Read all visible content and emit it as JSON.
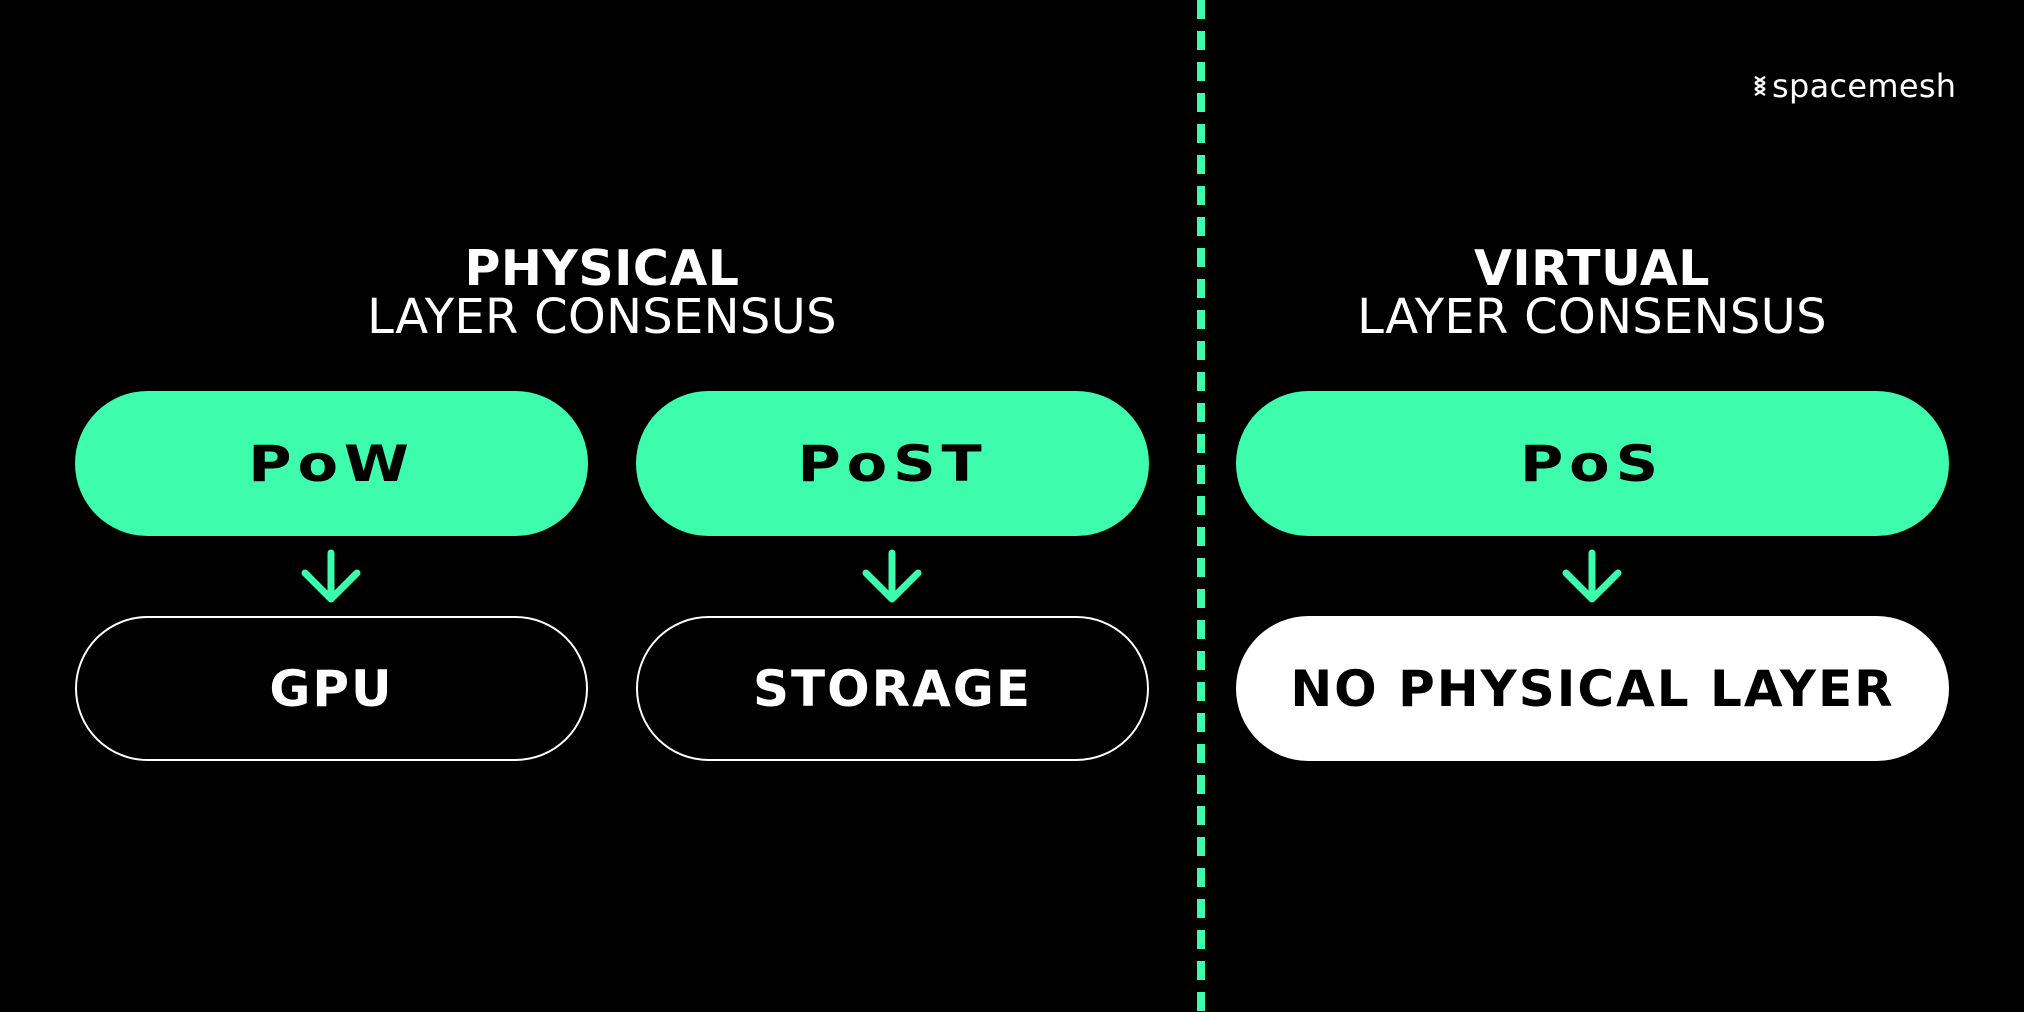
{
  "brand": {
    "logo_text": "spacemesh",
    "logo_icon": "spacemesh-mark-icon"
  },
  "colors": {
    "accent": "#3dfcab",
    "background": "#000000",
    "foreground": "#ffffff"
  },
  "physical": {
    "title": "PHYSICAL",
    "subtitle": "LAYER CONSENSUS",
    "columns": [
      {
        "consensus": "PoW",
        "resource": "GPU"
      },
      {
        "consensus": "PoST",
        "resource": "STORAGE"
      }
    ]
  },
  "virtual": {
    "title": "VIRTUAL",
    "subtitle": "LAYER CONSENSUS",
    "columns": [
      {
        "consensus": "PoS",
        "resource": "NO PHYSICAL LAYER"
      }
    ]
  },
  "icons": {
    "arrow": "arrow-down-icon",
    "divider": "dashed-divider"
  }
}
